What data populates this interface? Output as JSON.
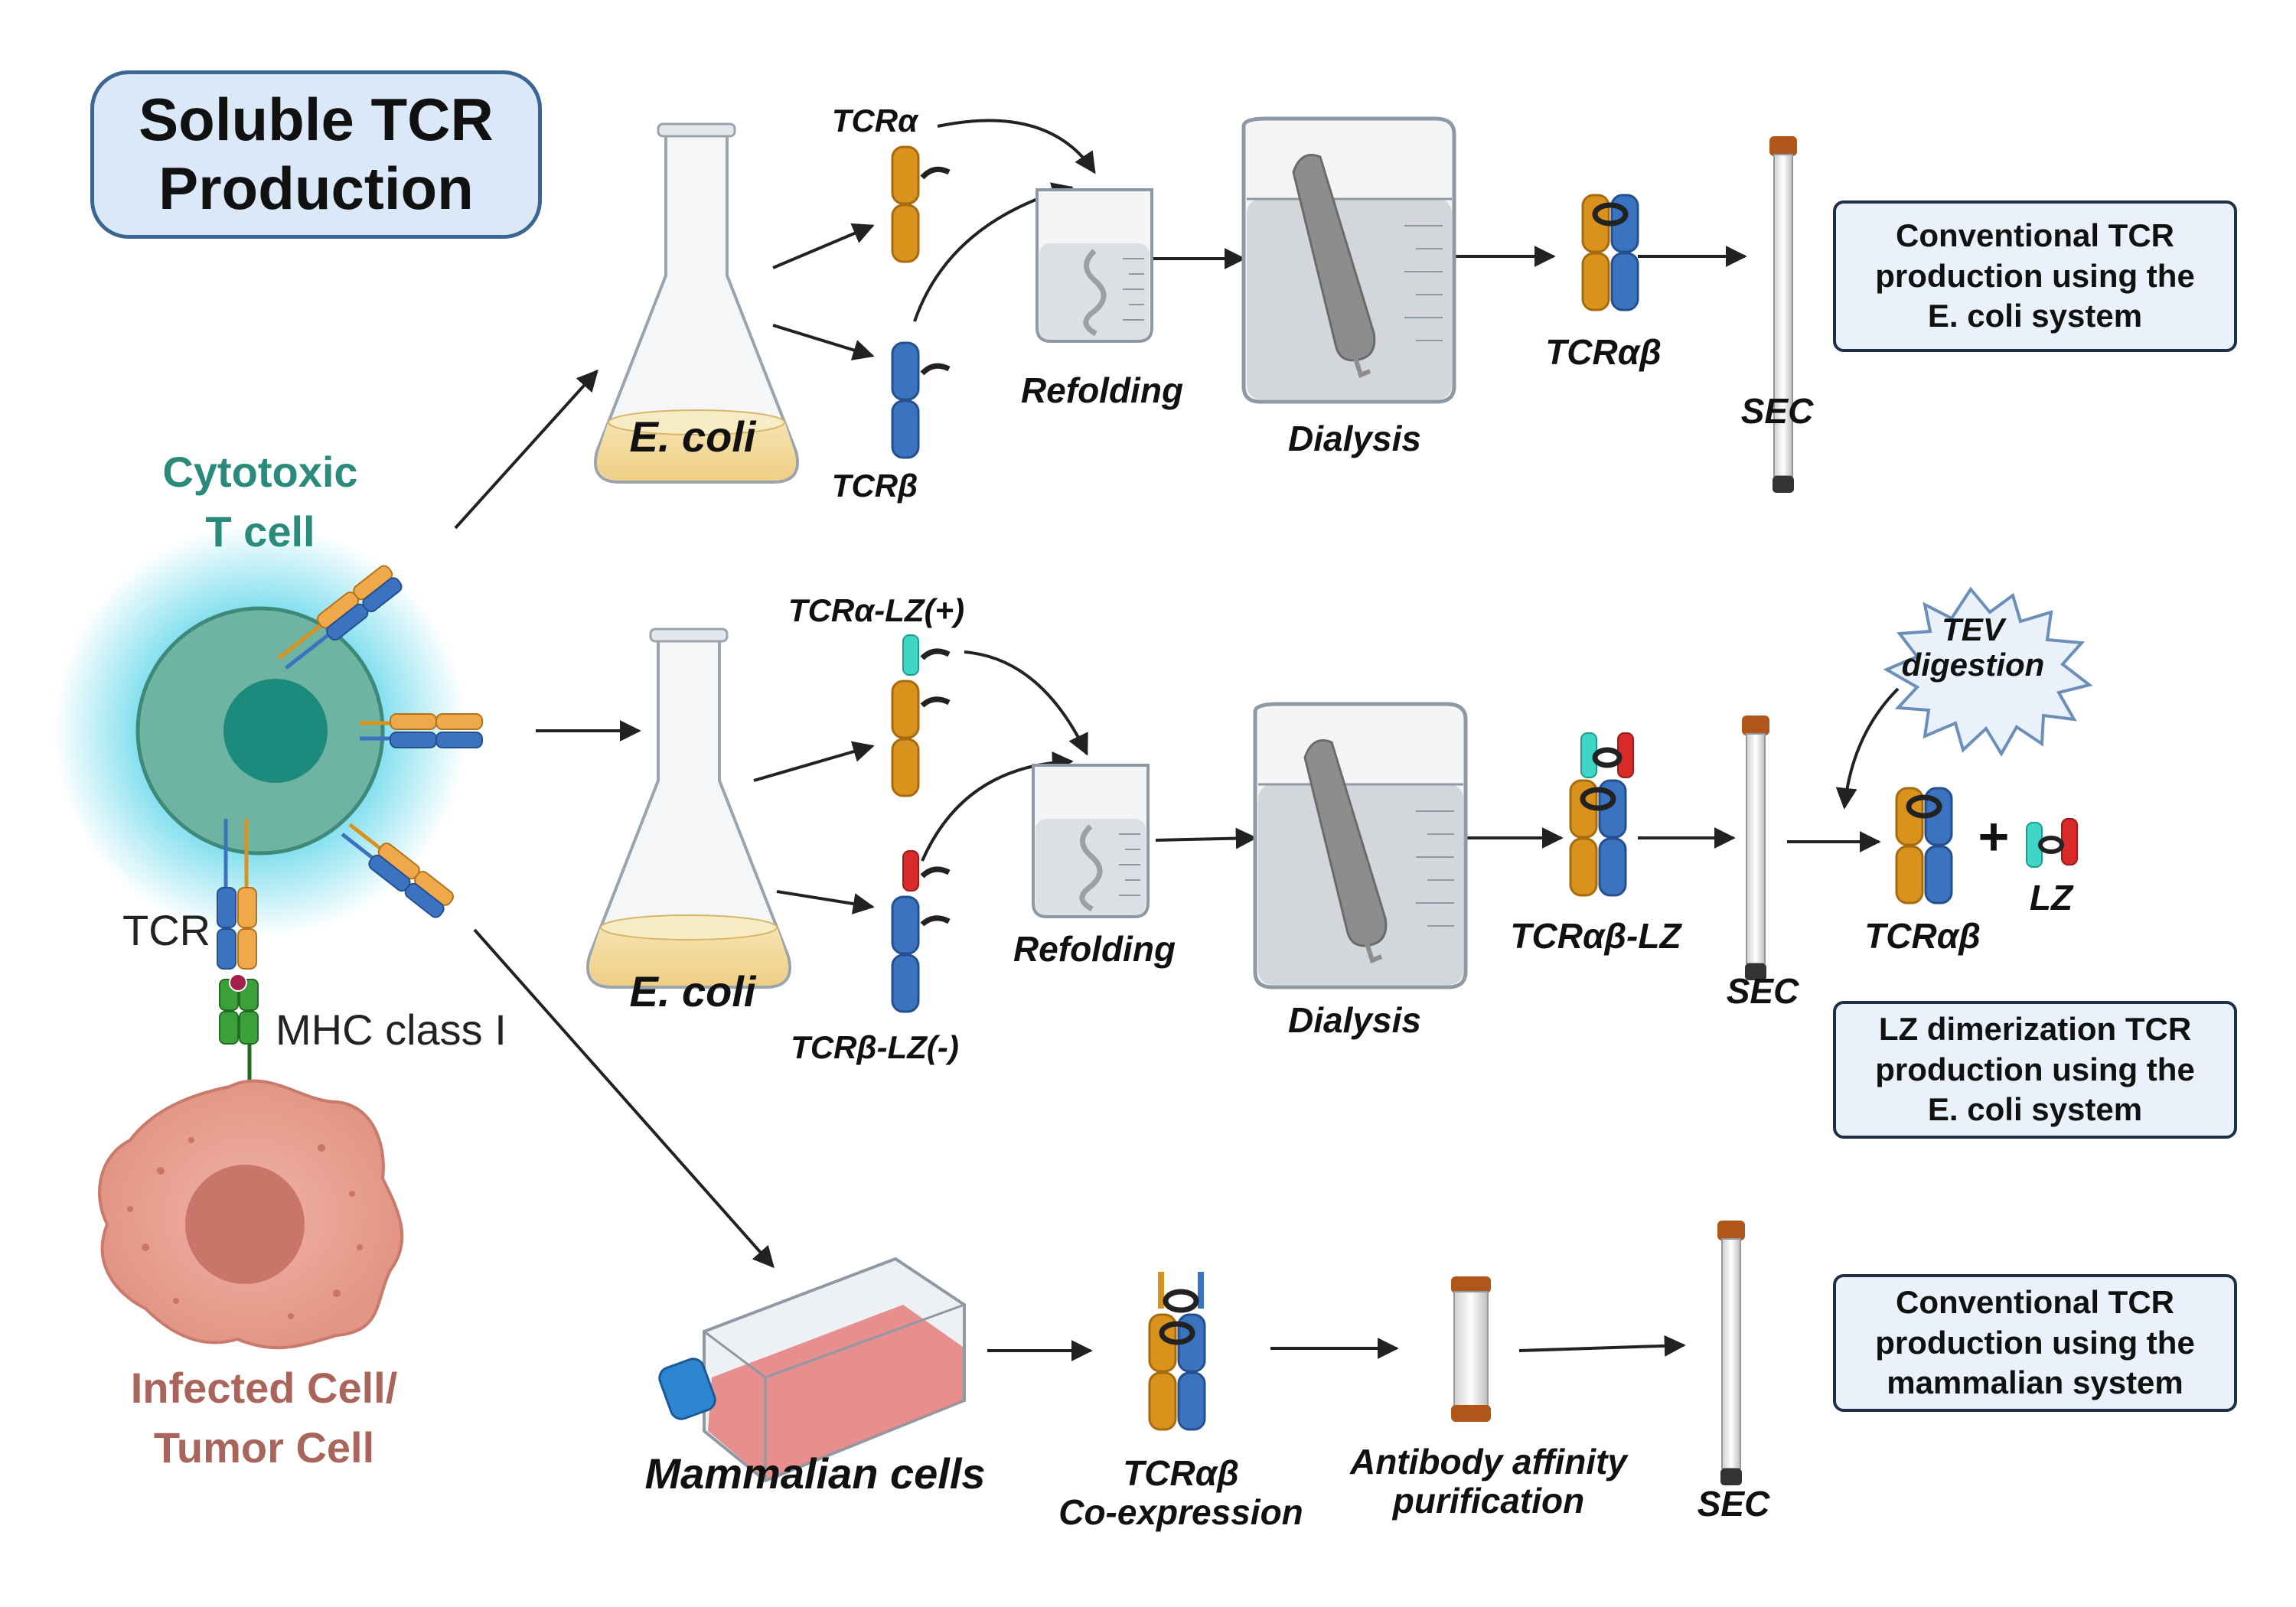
{
  "title": {
    "line1": "Soluble TCR",
    "line2": "Production"
  },
  "cells": {
    "t_cell_line1": "Cytotoxic",
    "t_cell_line2": "T cell",
    "tcr": "TCR",
    "mhc": "MHC class I",
    "target_line1": "Infected Cell/",
    "target_line2": "Tumor Cell"
  },
  "row1": {
    "host": "E. coli",
    "alpha": "TCRα",
    "beta": "TCRβ",
    "refolding": "Refolding",
    "dialysis": "Dialysis",
    "product": "TCRαβ",
    "sec": "SEC",
    "box": [
      "Conventional TCR",
      "production using the",
      "E. coli system"
    ]
  },
  "row2": {
    "host": "E. coli",
    "alpha": "TCRα-LZ(+)",
    "beta": "TCRβ-LZ(-)",
    "refolding": "Refolding",
    "dialysis": "Dialysis",
    "product": "TCRαβ-LZ",
    "sec": "SEC",
    "tev_line1": "TEV",
    "tev_line2": "digestion",
    "final": "TCRαβ",
    "plus": "+",
    "lz": "LZ",
    "box": [
      "LZ dimerization TCR",
      "production using the",
      "E. coli system"
    ]
  },
  "row3": {
    "host": "Mammalian cells",
    "coexp_line1": "TCRαβ",
    "coexp_line2": "Co-expression",
    "affinity_line1": "Antibody affinity",
    "affinity_line2": "purification",
    "sec": "SEC",
    "box": [
      "Conventional TCR",
      "production using the",
      "mammalian system"
    ]
  },
  "colors": {
    "alpha_chain": "#d9931c",
    "beta_chain": "#3b73c0",
    "lz_plus": "#3fd6c6",
    "lz_minus": "#d92a2a",
    "t_cell": "#6fb3a2",
    "t_cell_nucleus": "#1c8a7d",
    "t_cell_label": "#2a8a7c",
    "tumor_cell": "#e8a496",
    "tumor_label": "#a9655a",
    "mhc": "#3aa03a",
    "box_fill": "#eaf1fb",
    "box_border": "#1f2f46"
  }
}
